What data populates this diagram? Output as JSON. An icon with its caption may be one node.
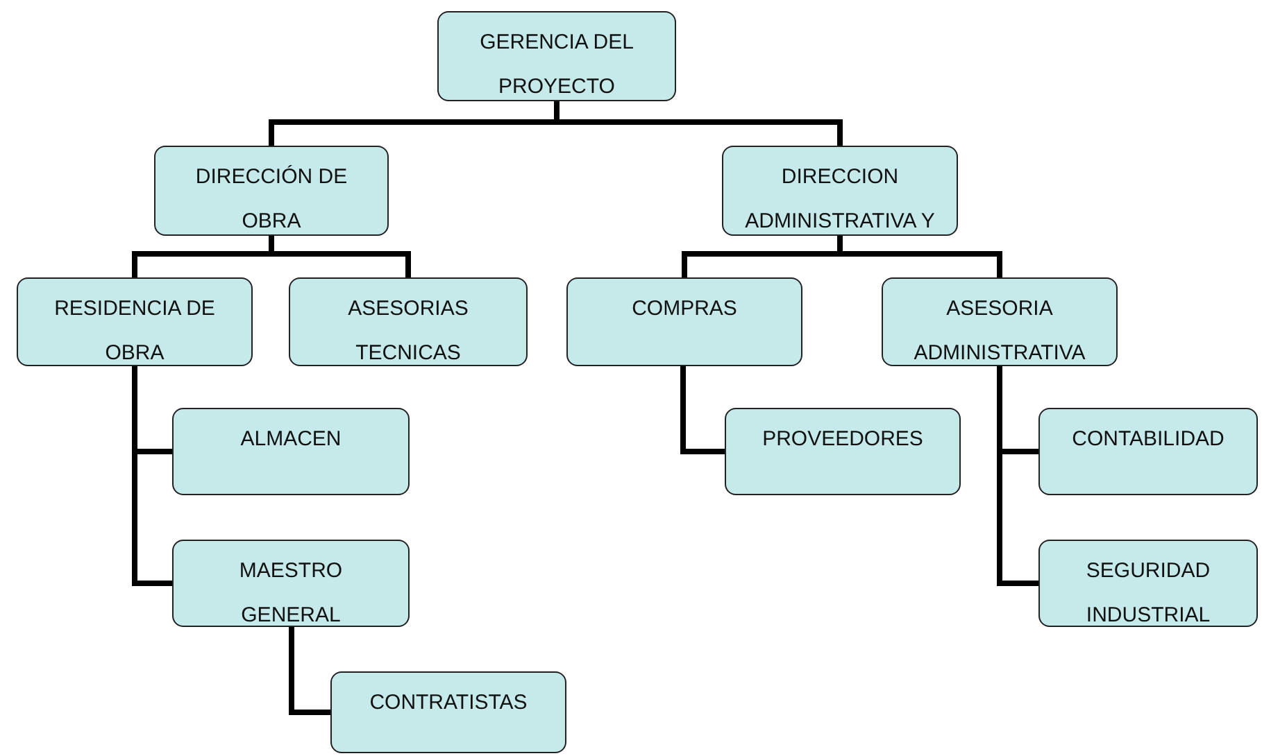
{
  "diagram": {
    "nodes": [
      {
        "text": [
          "GERENCIA DEL PROYECTO"
        ]
      },
      {
        "text": [
          "DIRECCIÓN DE OBRA"
        ]
      },
      {
        "text": [
          "DIRECCION ADMINISTRATIVA Y"
        ]
      },
      {
        "text": [
          "RESIDENCIA DE OBRA"
        ]
      },
      {
        "text": [
          "ASESORIAS TECNICAS"
        ]
      },
      {
        "text": [
          "COMPRAS"
        ]
      },
      {
        "text": [
          "ASESORIA ADMINISTRATIVA"
        ]
      },
      {
        "text": [
          "ALMACEN"
        ]
      },
      {
        "text": [
          "MAESTRO GENERAL"
        ]
      },
      {
        "text": [
          "CONTRATISTAS"
        ]
      },
      {
        "text": [
          "PROVEEDORES"
        ]
      },
      {
        "text": [
          "CONTABILIDAD"
        ]
      },
      {
        "text": [
          "SEGURIDAD INDUSTRIAL"
        ]
      }
    ],
    "edges": [
      {
        "from": 0,
        "to": 1,
        "arrow": "none"
      },
      {
        "from": 0,
        "to": 2,
        "arrow": "none"
      },
      {
        "from": 1,
        "to": 3,
        "arrow": "none"
      },
      {
        "from": 1,
        "to": 4,
        "arrow": "none"
      },
      {
        "from": 2,
        "to": 5,
        "arrow": "none"
      },
      {
        "from": 2,
        "to": 6,
        "arrow": "none"
      },
      {
        "from": 3,
        "to": 7,
        "arrow": "none"
      },
      {
        "from": 3,
        "to": 8,
        "arrow": "none"
      },
      {
        "from": 5,
        "to": 10,
        "arrow": "none"
      },
      {
        "from": 6,
        "to": 11,
        "arrow": "none"
      },
      {
        "from": 6,
        "to": 12,
        "arrow": "none"
      },
      {
        "from": 8,
        "to": 9,
        "arrow": "none"
      }
    ]
  }
}
